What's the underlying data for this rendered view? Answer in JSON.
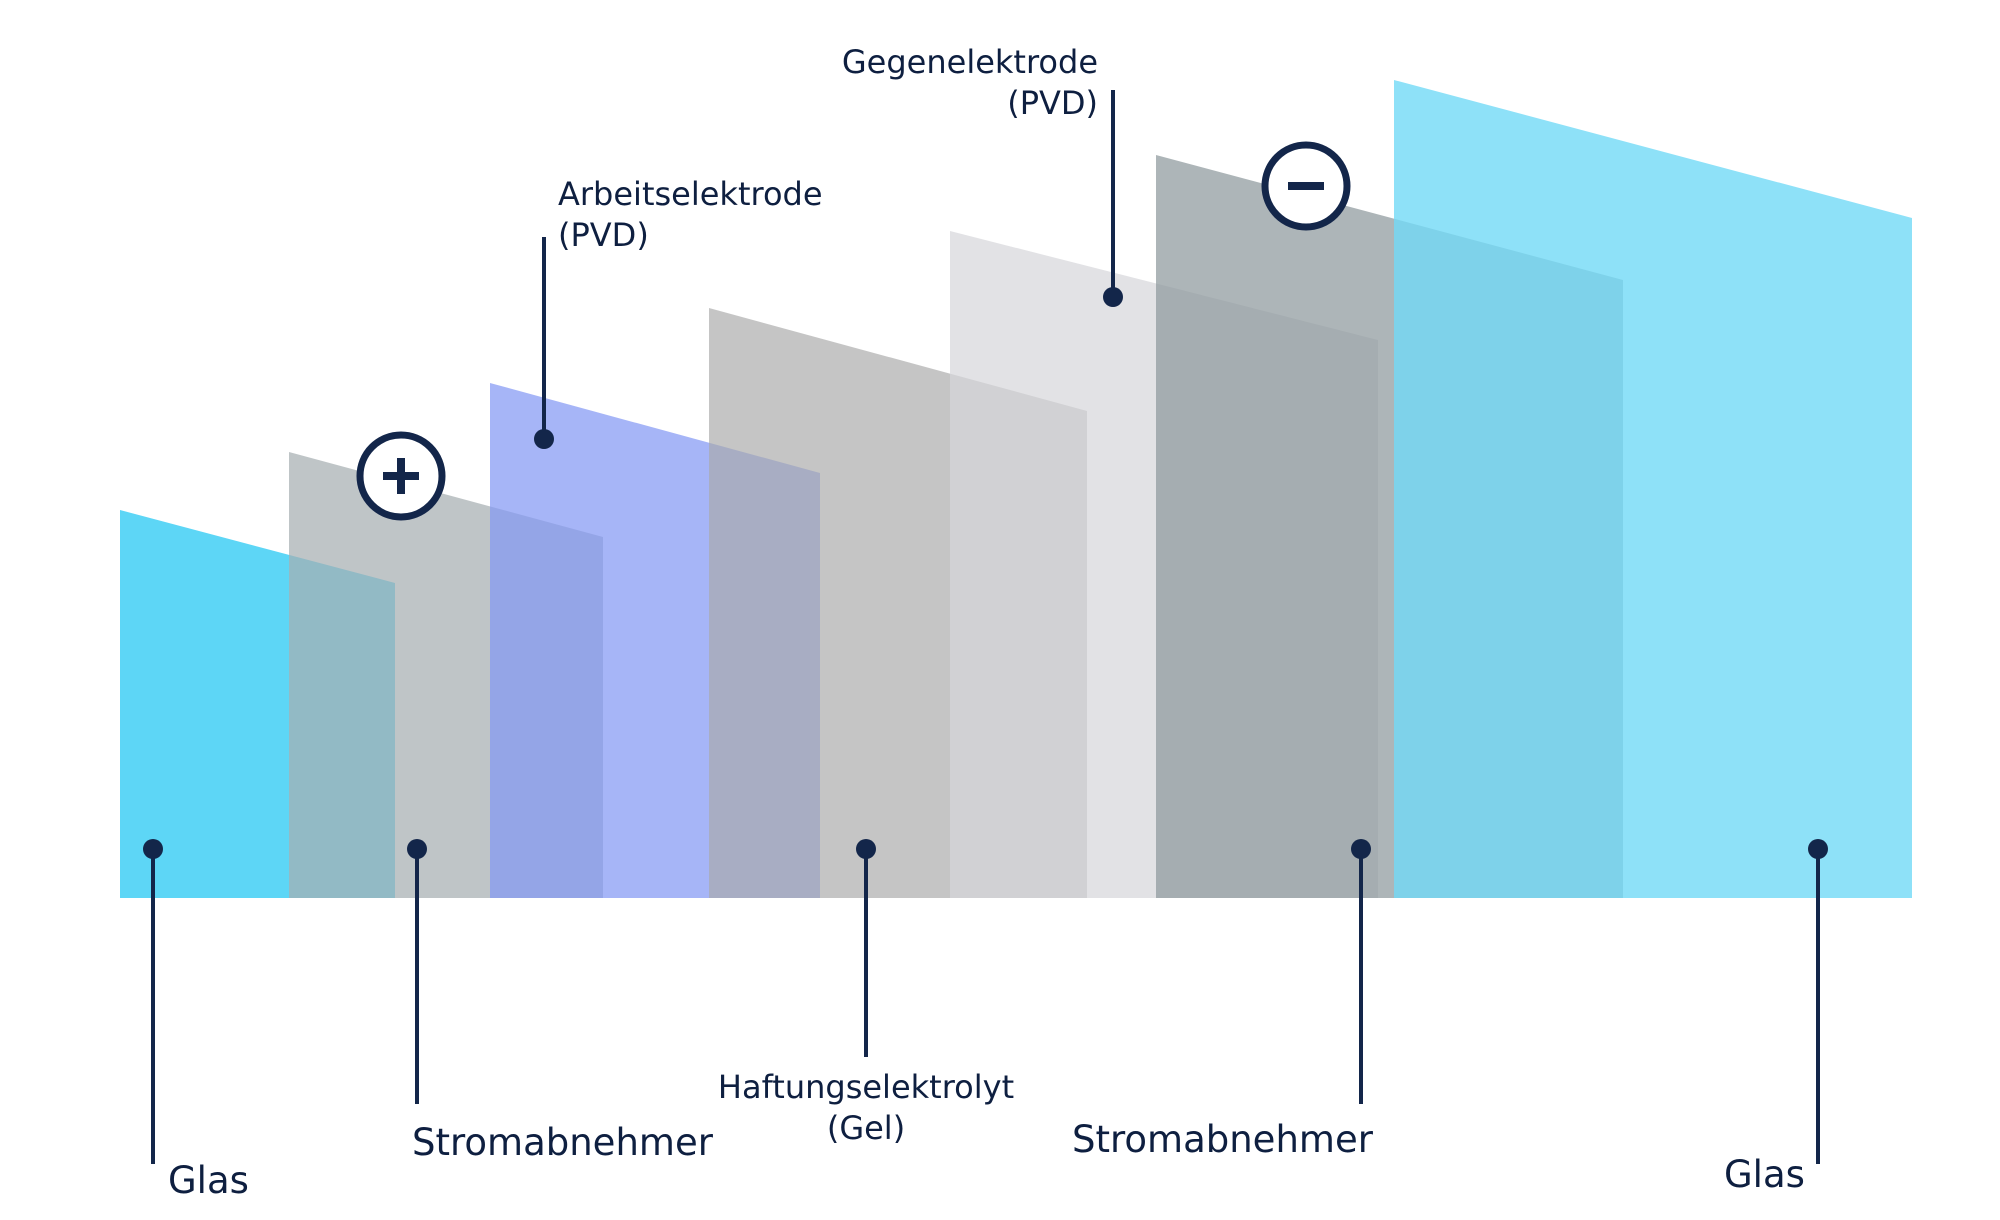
{
  "diagram": {
    "layers": [
      {
        "name": "glass-left",
        "color": "#5dd6f6"
      },
      {
        "name": "current-collector-left",
        "color": "#b4b9bb"
      },
      {
        "name": "working-electrode",
        "color": "#8fa2f5"
      },
      {
        "name": "electrolyte",
        "color": "#b1b1b1"
      },
      {
        "name": "counter-electrode",
        "color": "#d9d9dc"
      },
      {
        "name": "current-collector-right",
        "color": "#9aa3a6"
      },
      {
        "name": "glass-right",
        "color": "#7fdcf6"
      }
    ],
    "labels": {
      "glas_left": "Glas",
      "stromabnehmer_left": "Stromabnehmer",
      "arbeitselektrode": "Arbeitselektrode",
      "arbeitselektrode_sub": "(PVD)",
      "haftungselektrolyt": "Haftungselektrolyt",
      "haftungselektrolyt_sub": "(Gel)",
      "gegenelektrode": "Gegenelektrode",
      "gegenelektrode_sub": "(PVD)",
      "stromabnehmer_right": "Stromabnehmer",
      "glas_right": "Glas"
    },
    "terminals": {
      "positive": "+",
      "negative": "−"
    },
    "colors": {
      "label": "#0e1f40",
      "leader": "#13264a"
    }
  }
}
